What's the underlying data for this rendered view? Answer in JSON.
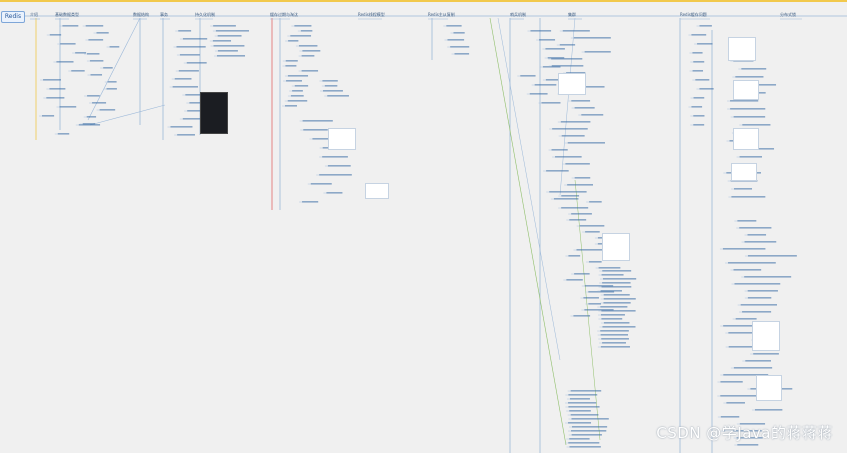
{
  "root": {
    "label": "Redis"
  },
  "branches": [
    {
      "label": "介绍"
    },
    {
      "label": "基础数据类型"
    },
    {
      "label": "数据结构"
    },
    {
      "label": "事务"
    },
    {
      "label": "持久化机制"
    },
    {
      "label": "缓存过期与淘汰"
    },
    {
      "label": "Redis线程模型"
    },
    {
      "label": "Redis主从复制"
    },
    {
      "label": "哨兵机制"
    },
    {
      "label": "集群"
    },
    {
      "label": "Redis缓存问题"
    },
    {
      "label": "分布式锁"
    }
  ],
  "colors": {
    "connector": "#9bb8d9",
    "accent_yellow": "#f2c94c",
    "accent_red": "#e06a6a",
    "accent_green": "#8fbf6a",
    "node_text": "#3a6ea5"
  },
  "watermark": {
    "text": "CSDN @学Java的蒋蒋蒋"
  }
}
